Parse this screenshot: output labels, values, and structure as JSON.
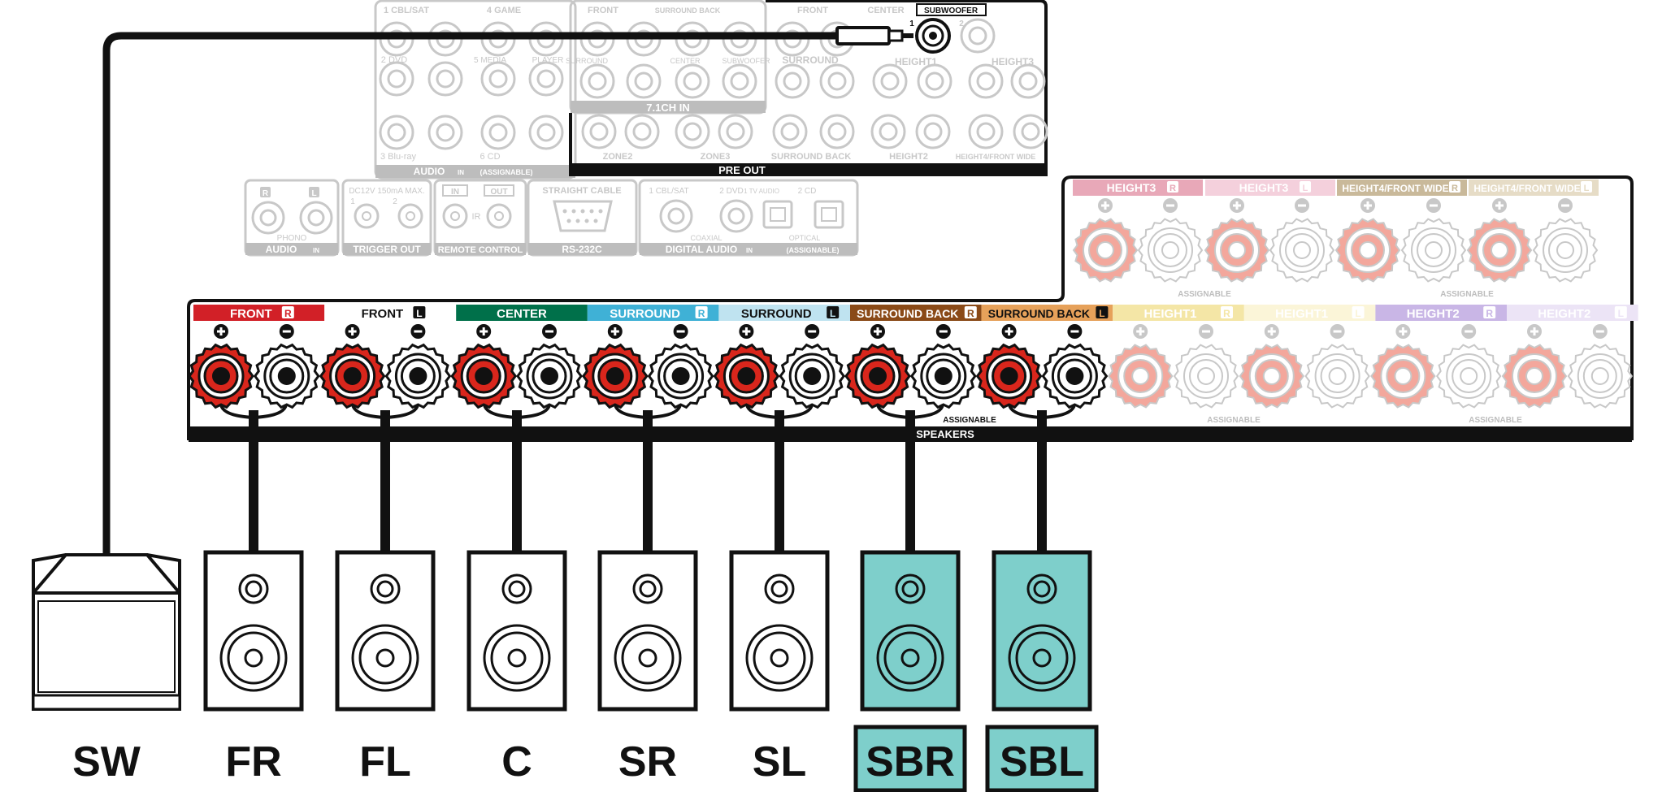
{
  "upper_panel": {
    "audio_in": {
      "inputs": [
        "1 CBL/SAT",
        "4 GAME",
        "2 DVD",
        "5 MEDIA",
        "PLAYER",
        "3 Blu-ray",
        "6 CD"
      ],
      "footer": "AUDIO",
      "in_badge": "IN",
      "assignable": "(ASSIGNABLE)"
    },
    "ch71_in": {
      "labels": [
        "FRONT",
        "SURROUND BACK",
        "SURROUND",
        "CENTER",
        "SUBWOOFER"
      ],
      "footer": "7.1CH IN"
    },
    "pre_out": {
      "top_labels": [
        "FRONT",
        "CENTER",
        "SUBWOOFER"
      ],
      "row2_labels": [
        "SURROUND",
        "HEIGHT1",
        "HEIGHT3"
      ],
      "row3_labels": [
        "ZONE2",
        "ZONE3",
        "SURROUND BACK",
        "HEIGHT2",
        "HEIGHT4/FRONT WIDE"
      ],
      "sub_nums": [
        "1",
        "2"
      ],
      "footer": "PRE OUT"
    }
  },
  "mid_panel": {
    "phono": {
      "sub": "PHONO",
      "footer": "AUDIO",
      "badge": "IN"
    },
    "trigger": {
      "spec": "DC12V 150mA MAX.",
      "nums": [
        "1",
        "2"
      ],
      "footer": "TRIGGER OUT"
    },
    "remote": {
      "in": "IN",
      "out": "OUT",
      "ir": "IR",
      "footer": "REMOTE CONTROL"
    },
    "rs232c": {
      "top": "STRAIGHT CABLE",
      "footer": "RS-232C"
    },
    "digital": {
      "inputs": [
        "1 CBL/SAT",
        "2 DVD",
        "1 TV AUDIO",
        "2 CD"
      ],
      "coaxial": "COAXIAL",
      "optical": "OPTICAL",
      "footer": "DIGITAL AUDIO",
      "badge": "IN",
      "assignable": "(ASSIGNABLE)"
    }
  },
  "height_panel": {
    "labels": [
      {
        "text": "HEIGHT3",
        "side": "R",
        "color": "#e8a8b8"
      },
      {
        "text": "HEIGHT3",
        "side": "L",
        "color": "#f4d0dc"
      },
      {
        "text": "HEIGHT4/FRONT WIDE",
        "side": "R",
        "color": "#c9b99a"
      },
      {
        "text": "HEIGHT4/FRONT WIDE",
        "side": "L",
        "color": "#e6dcc6"
      }
    ],
    "assignable": "ASSIGNABLE"
  },
  "speaker_panel": {
    "labels": [
      {
        "text": "FRONT",
        "side": "R",
        "bg": "#d22027",
        "fg": "#ffffff",
        "faded": false
      },
      {
        "text": "FRONT",
        "side": "L",
        "bg": "#ffffff",
        "fg": "#111111",
        "faded": false
      },
      {
        "text": "CENTER",
        "side": "",
        "bg": "#00704a",
        "fg": "#ffffff",
        "faded": false
      },
      {
        "text": "SURROUND",
        "side": "R",
        "bg": "#3fb1d6",
        "fg": "#ffffff",
        "faded": false
      },
      {
        "text": "SURROUND",
        "side": "L",
        "bg": "#bfe3f0",
        "fg": "#111111",
        "faded": false
      },
      {
        "text": "SURROUND BACK",
        "side": "R",
        "bg": "#8a4a17",
        "fg": "#ffffff",
        "faded": false
      },
      {
        "text": "SURROUND BACK",
        "side": "L",
        "bg": "#e6a15a",
        "fg": "#111111",
        "faded": false
      },
      {
        "text": "HEIGHT1",
        "side": "R",
        "bg": "#f4e6a6",
        "fg": "#ffffff",
        "faded": true
      },
      {
        "text": "HEIGHT1",
        "side": "L",
        "bg": "#fbf5d8",
        "fg": "#cfcfcf",
        "faded": true
      },
      {
        "text": "HEIGHT2",
        "side": "R",
        "bg": "#c9b6e6",
        "fg": "#ffffff",
        "faded": true
      },
      {
        "text": "HEIGHT2",
        "side": "L",
        "bg": "#ece4f6",
        "fg": "#cfcfcf",
        "faded": true
      }
    ],
    "bar_label": "SPEAKERS",
    "assignable": "ASSIGNABLE"
  },
  "speakers": [
    {
      "code": "SW",
      "type": "subwoofer",
      "highlight": false
    },
    {
      "code": "FR",
      "type": "bookshelf",
      "highlight": false
    },
    {
      "code": "FL",
      "type": "bookshelf",
      "highlight": false
    },
    {
      "code": "C",
      "type": "bookshelf",
      "highlight": false
    },
    {
      "code": "SR",
      "type": "bookshelf",
      "highlight": false
    },
    {
      "code": "SL",
      "type": "bookshelf",
      "highlight": false
    },
    {
      "code": "SBR",
      "type": "bookshelf",
      "highlight": true
    },
    {
      "code": "SBL",
      "type": "bookshelf",
      "highlight": true
    }
  ],
  "colors": {
    "highlight": "#7ecfcb",
    "positive": "#d9261c",
    "faded_positive": "#f3a79c",
    "faded_line": "#c8c8c8",
    "black": "#111111"
  }
}
